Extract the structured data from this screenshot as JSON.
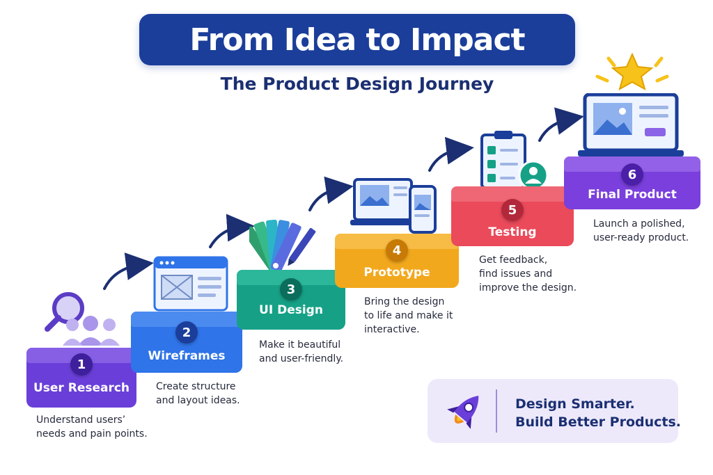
{
  "title": "From Idea to Impact",
  "subtitle": "The Product Design Journey",
  "steps": [
    {
      "number": "1",
      "label": "User Research",
      "description_lines": [
        "Understand users’",
        "needs and pain points."
      ],
      "color": "#6a3fd9"
    },
    {
      "number": "2",
      "label": "Wireframes",
      "description_lines": [
        "Create structure",
        "and layout ideas."
      ],
      "color": "#2f74e8"
    },
    {
      "number": "3",
      "label": "UI Design",
      "description_lines": [
        "Make it beautiful",
        "and user-friendly."
      ],
      "color": "#16a187"
    },
    {
      "number": "4",
      "label": "Prototype",
      "description_lines": [
        "Bring the design",
        "to life and make it",
        "interactive."
      ],
      "color": "#f2a81d"
    },
    {
      "number": "5",
      "label": "Testing",
      "description_lines": [
        "Get feedback,",
        "find issues and",
        "improve the design."
      ],
      "color": "#ea4a5a"
    },
    {
      "number": "6",
      "label": "Final Product",
      "description_lines": [
        "Launch a polished,",
        "user-ready product."
      ],
      "color": "#7a3fdc"
    }
  ],
  "callout": {
    "line1": "Design Smarter.",
    "line2": "Build Better Products."
  },
  "icons": [
    "magnifier-users-icon",
    "wireframe-icon",
    "color-swatch-icon",
    "devices-icon",
    "checklist-user-icon",
    "laptop-star-icon",
    "rocket-icon",
    "curved-arrow-icon"
  ]
}
